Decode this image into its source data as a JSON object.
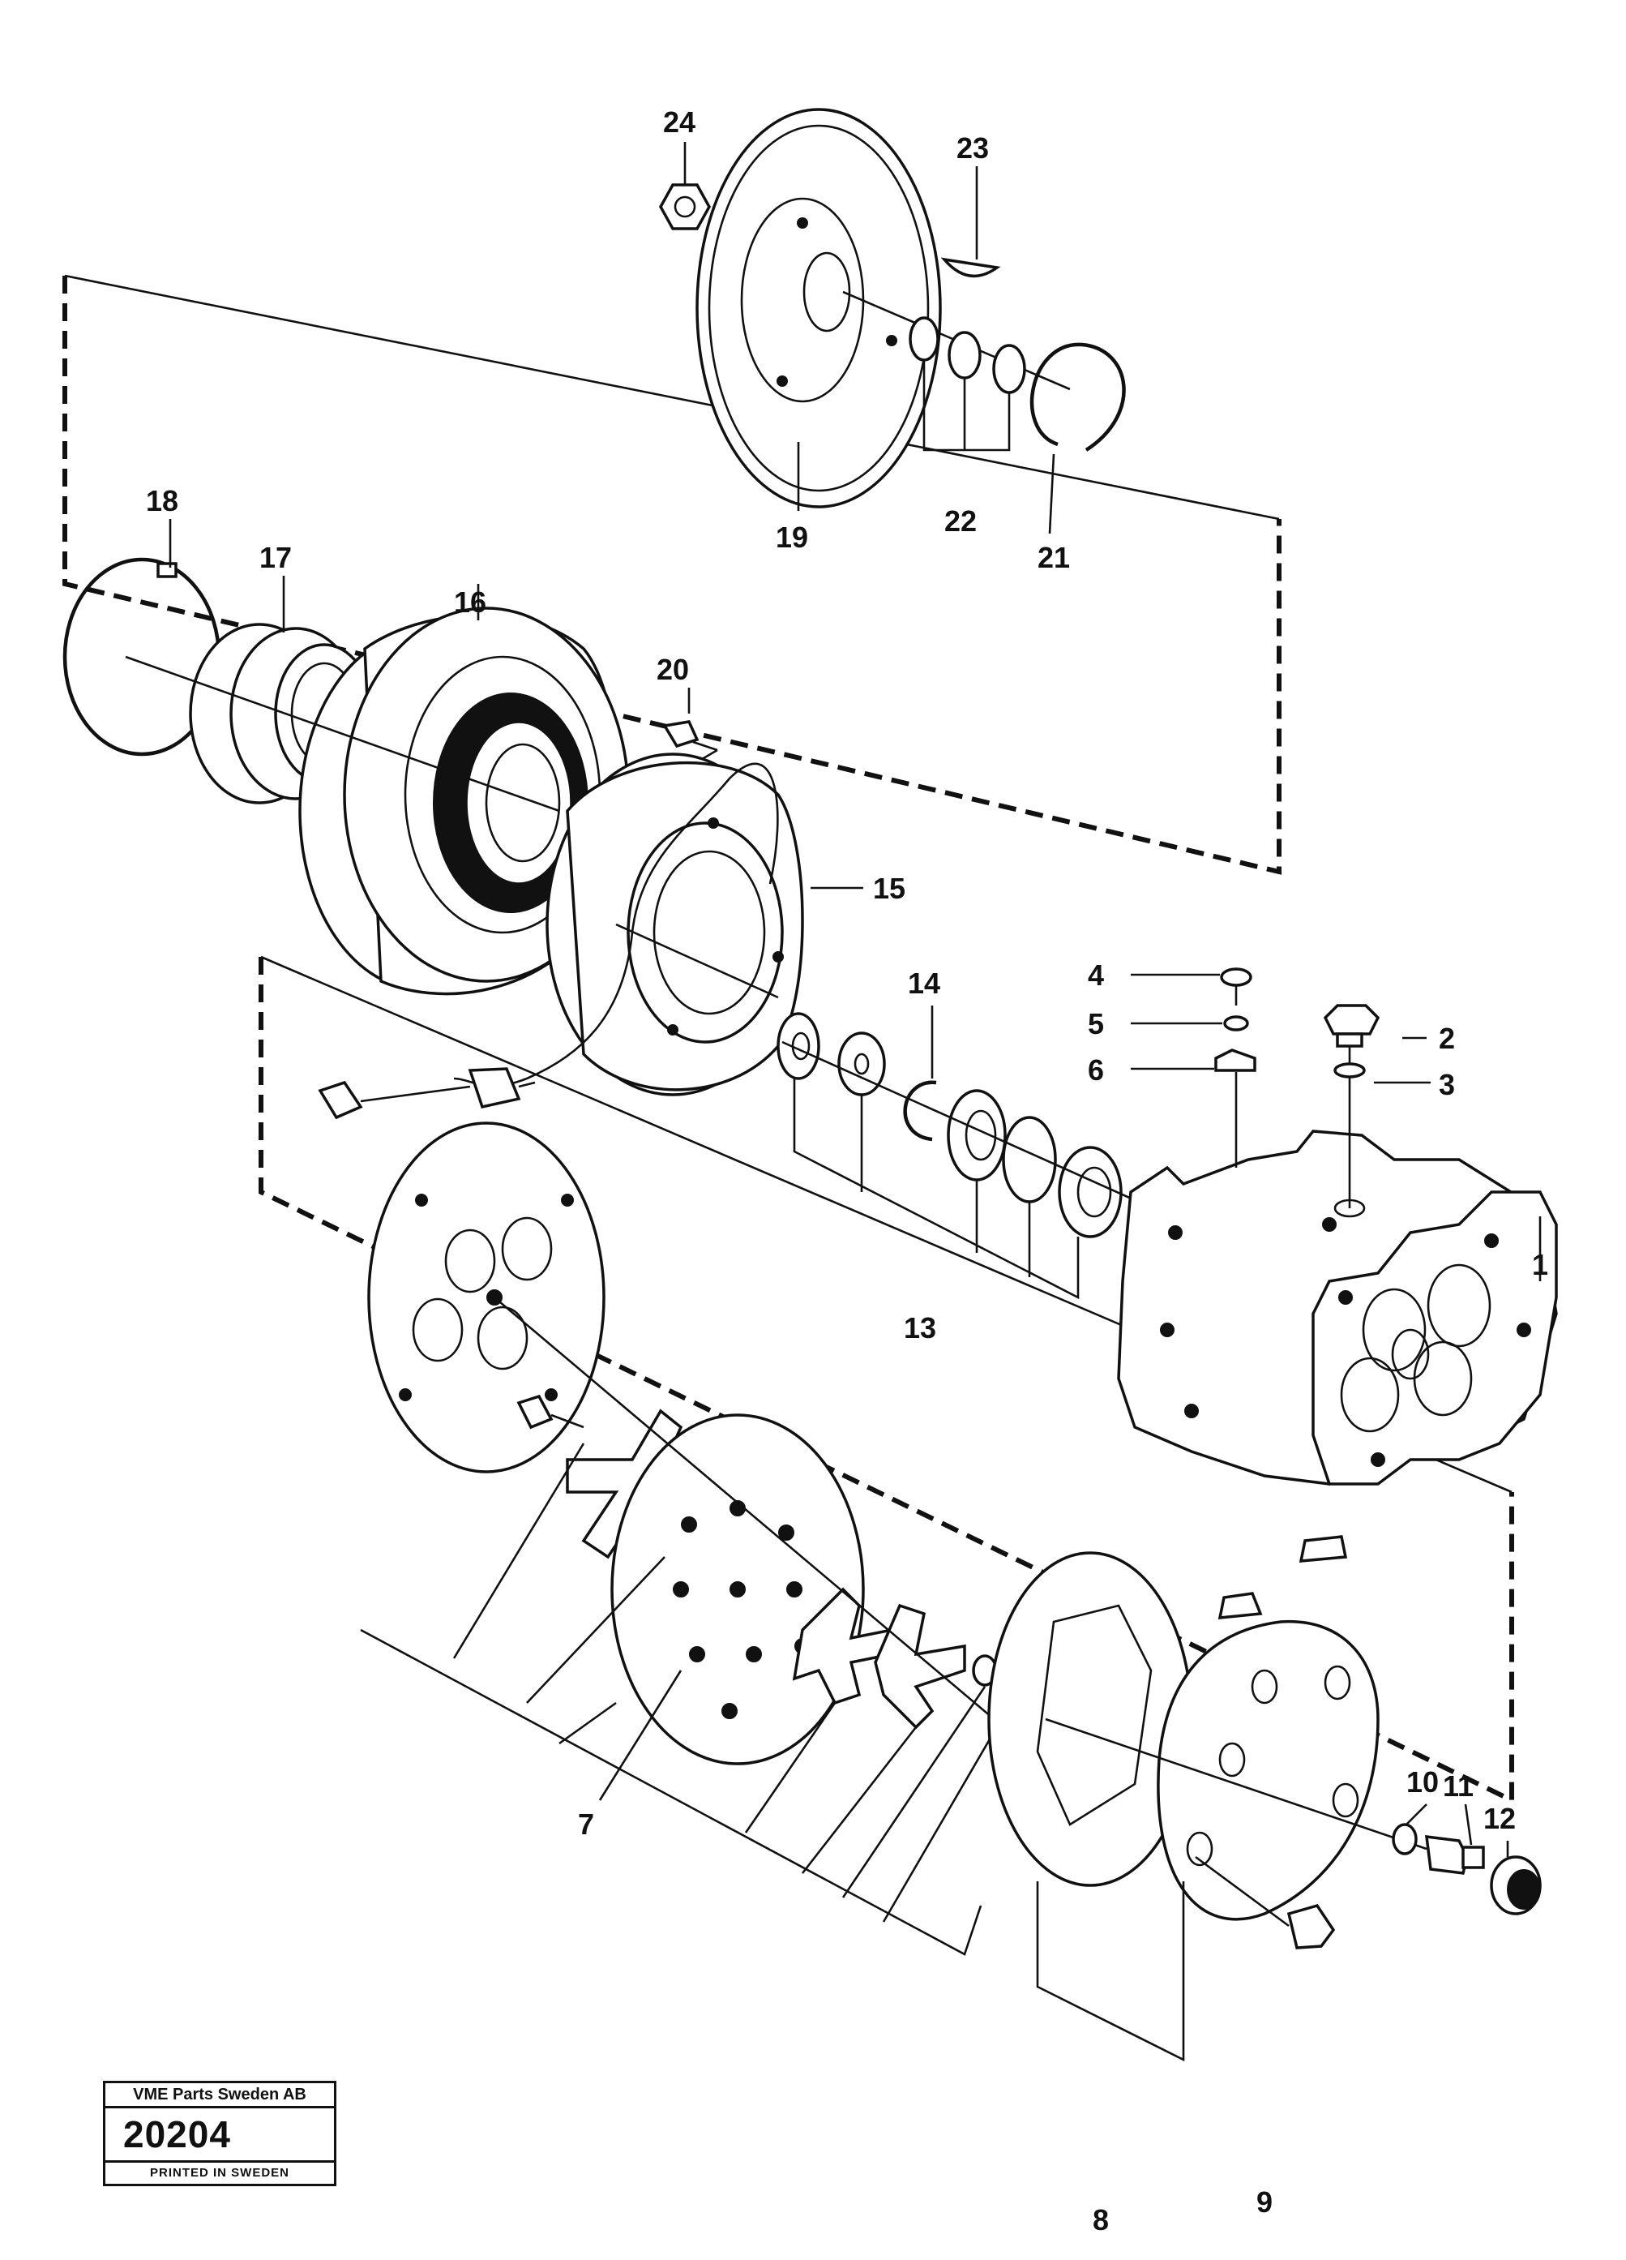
{
  "callouts": {
    "c1": "1",
    "c2": "2",
    "c3": "3",
    "c4": "4",
    "c5": "5",
    "c6": "6",
    "c7": "7",
    "c8": "8",
    "c9": "9",
    "c10": "10",
    "c11": "11",
    "c12": "12",
    "c13": "13",
    "c14": "14",
    "c15": "15",
    "c16": "16",
    "c17": "17",
    "c18": "18",
    "c19": "19",
    "c20": "20",
    "c21": "21",
    "c22": "22",
    "c23": "23",
    "c24": "24"
  },
  "stamp": {
    "company": "VME Parts Sweden AB",
    "number": "20204",
    "printed": "PRINTED IN SWEDEN"
  }
}
